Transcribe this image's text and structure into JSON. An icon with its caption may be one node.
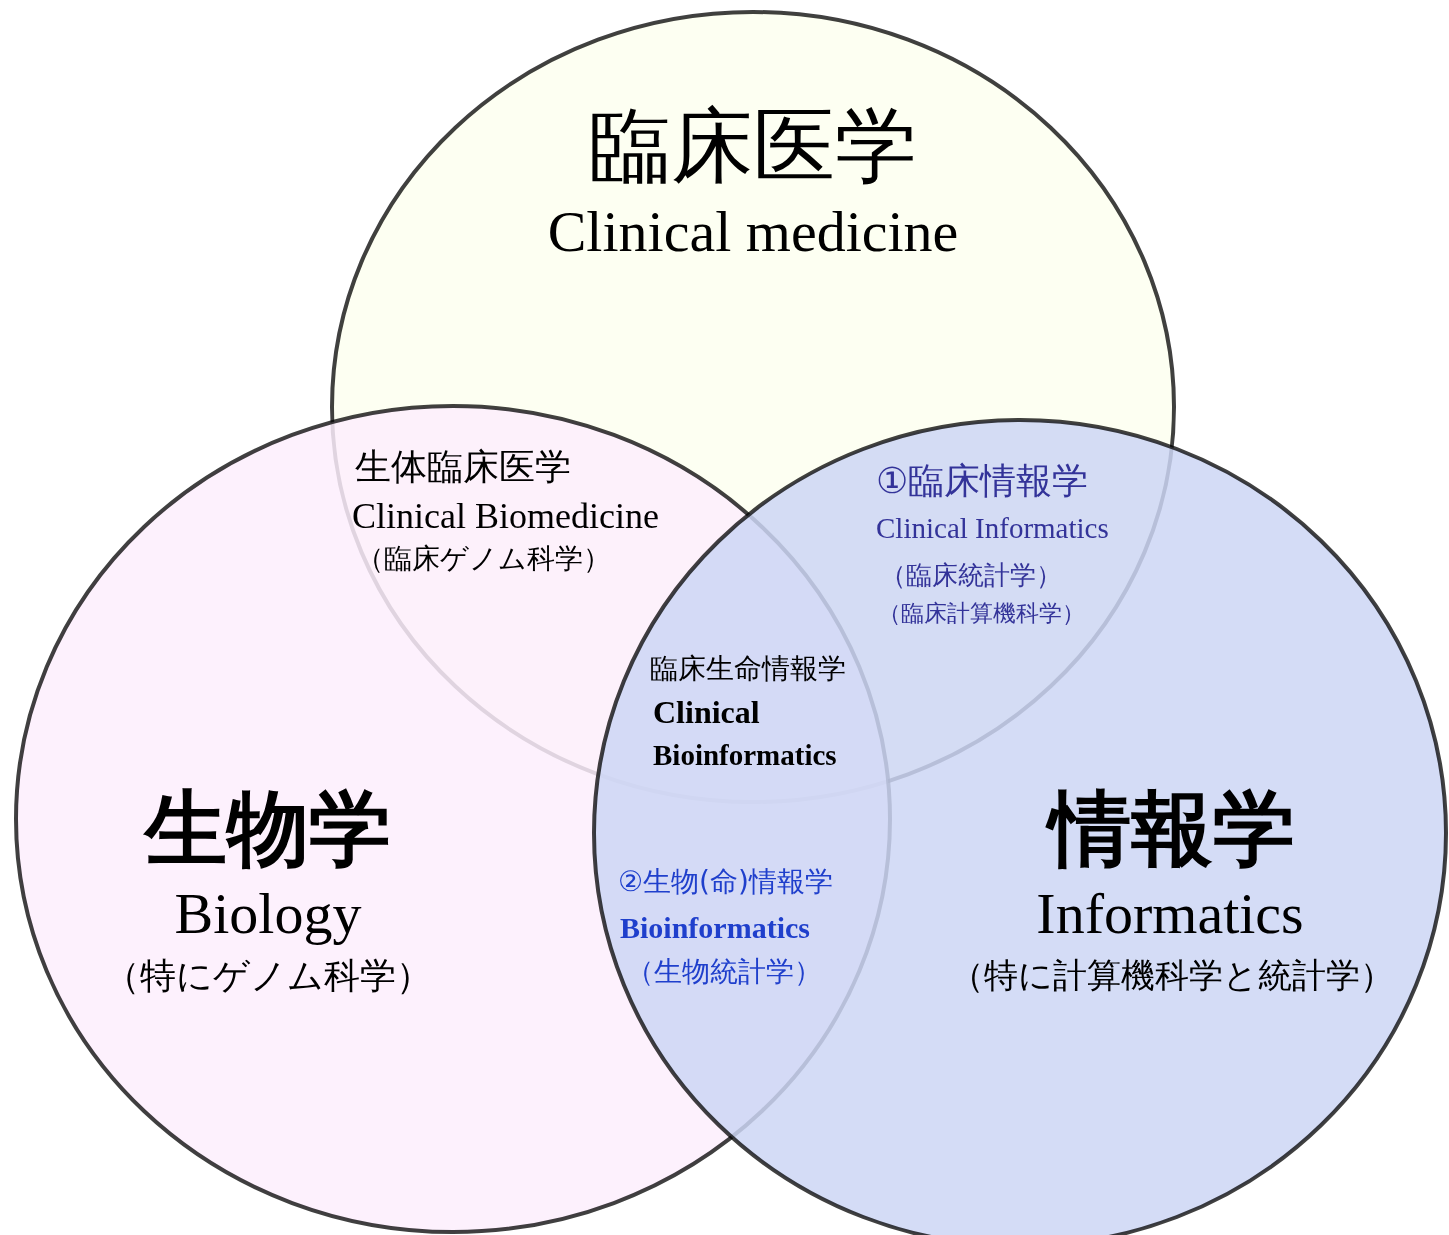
{
  "diagram": {
    "nodes": [
      {
        "text": [
          "臨床医学",
          "Clinical medicine"
        ]
      },
      {
        "text": [
          "生物学",
          "Biology",
          "（特にゲノム科学）"
        ]
      },
      {
        "text": [
          "情報学",
          "Informatics",
          "（特に計算機科学と統計学）"
        ]
      }
    ],
    "labels": [
      "生体臨床医学",
      "Clinical Biomedicine",
      "（臨床ゲノム科学）",
      "①臨床情報学",
      "Clinical Informatics",
      "（臨床統計学）",
      "（臨床計算機科学）",
      "臨床生命情報学",
      "Clinical",
      "Bioinformatics",
      "②生物(命)情報学",
      "Bioinformatics",
      "（生物統計学）"
    ]
  }
}
